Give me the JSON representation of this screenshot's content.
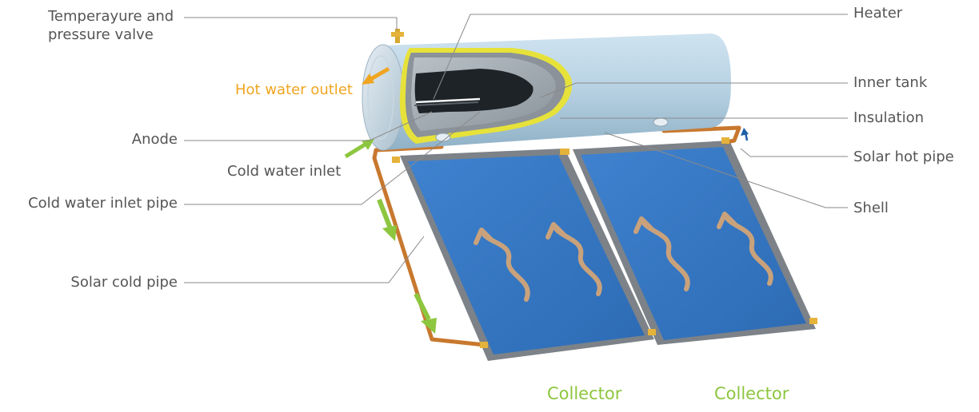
{
  "labels": {
    "valve_line1": "Temperayure and",
    "valve_line2": "pressure valve",
    "hot_water_outlet": "Hot water outlet",
    "anode": "Anode",
    "cold_water_inlet": "Cold water inlet",
    "cold_water_inlet_pipe": "Cold water inlet pipe",
    "solar_cold_pipe": "Solar cold pipe",
    "heater": "Heater",
    "inner_tank": "Inner tank",
    "insulation": "Insulation",
    "solar_hot_pipe": "Solar hot pipe",
    "shell": "Shell",
    "collector_1": "Collector",
    "collector_2": "Collector"
  },
  "colors": {
    "label_text": "#555555",
    "leader_line": "#8a8a8a",
    "hot_outlet": "#f0a521",
    "cold_flow_arrow": "#8dc63f",
    "collector_label": "#8dc63f",
    "panel_blue": "#3a78c4",
    "panel_frame": "#8f959b",
    "pipe": "#c8782e",
    "tank_shell": "#c6dceb",
    "insulation": "#e6e23a",
    "inner_tank": "#a3acb3",
    "heater": "#1e2328",
    "flow_arrow": "#c9a27c"
  },
  "icons": [
    "hot-outlet-arrow-icon",
    "cold-inlet-arrow-icon",
    "cold-flow-arrow-icon",
    "hot-flow-arrow-icon",
    "flow-wave-arrow-icon"
  ]
}
